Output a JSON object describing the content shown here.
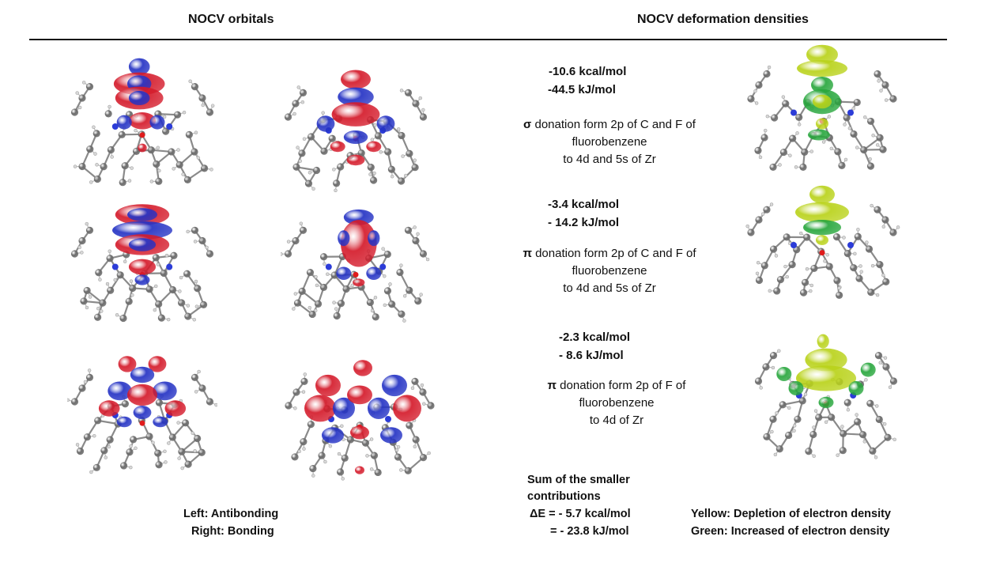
{
  "headers": {
    "left": "NOCV orbitals",
    "right": "NOCV deformation densities"
  },
  "colors": {
    "lobe_red": "#d41a2a",
    "lobe_blue": "#2432c4",
    "density_yellow": "#b9d21a",
    "density_green": "#27a63c",
    "atom_grey": "#6d6d6d"
  },
  "contributions": [
    {
      "energy_kcal": "-10.6   kcal/mol",
      "energy_kj": "-44.5 kJ/mol",
      "symbol": "σ",
      "desc_l1": " donation form 2p of C and F of",
      "desc_l2": "fluorobenzene",
      "desc_l3": "to 4d and 5s of Zr"
    },
    {
      "energy_kcal": "-3.4    kcal/mol",
      "energy_kj": "- 14.2 kJ/mol",
      "symbol": "π",
      "desc_l1": " donation form 2p of C and F of",
      "desc_l2": "fluorobenzene",
      "desc_l3": "to 4d and 5s of Zr"
    },
    {
      "energy_kcal": "-2.3     kcal/mol",
      "energy_kj": "- 8.6 kJ/mol",
      "symbol": "π",
      "desc_l1": " donation form 2p of F of",
      "desc_l2": "fluorobenzene",
      "desc_l3": "to 4d  of Zr"
    }
  ],
  "sum": {
    "l1": "Sum of the smaller",
    "l2": "contributions",
    "l3": "ΔE = - 5.7 kcal/mol",
    "l4": "= - 23.8 kJ/mol"
  },
  "captions": {
    "left_l1": "Left: Antibonding",
    "left_l2": "Right: Bonding",
    "right_l1": "Yellow: Depletion of electron density",
    "right_l2": "Green: Increased of electron density"
  }
}
